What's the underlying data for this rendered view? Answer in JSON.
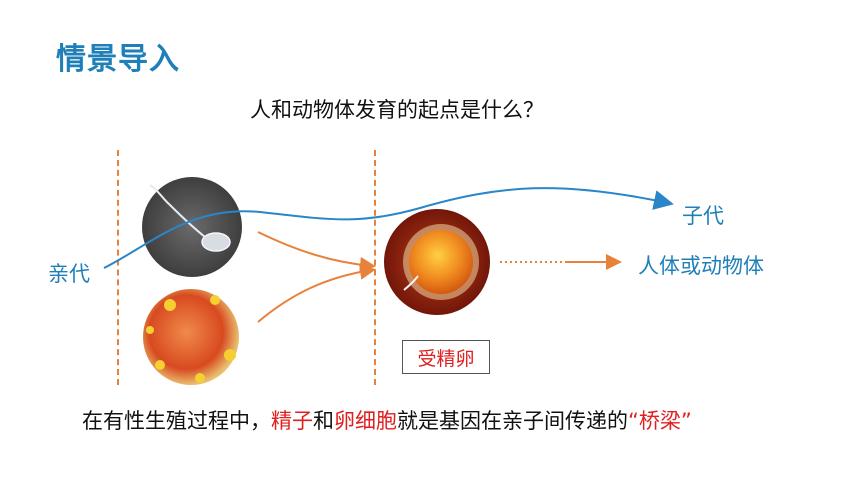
{
  "slide": {
    "title": "情景导入",
    "question": "人和动物体发育的起点是什么？",
    "labels": {
      "parent": "亲代",
      "offspring": "子代",
      "result": "人体或动物体",
      "zygote": "受精卵"
    },
    "summary": {
      "part1": "在有性生殖过程中，",
      "sperm": "精子",
      "part2": "和",
      "egg": "卵细胞",
      "part3": "就是基因在亲子间传递的",
      "bridge": "“桥梁”"
    }
  },
  "colors": {
    "title": "#1f7fb8",
    "accent_blue": "#2a86c8",
    "arrow_orange": "#e8813a",
    "highlight_red": "#e02020"
  }
}
